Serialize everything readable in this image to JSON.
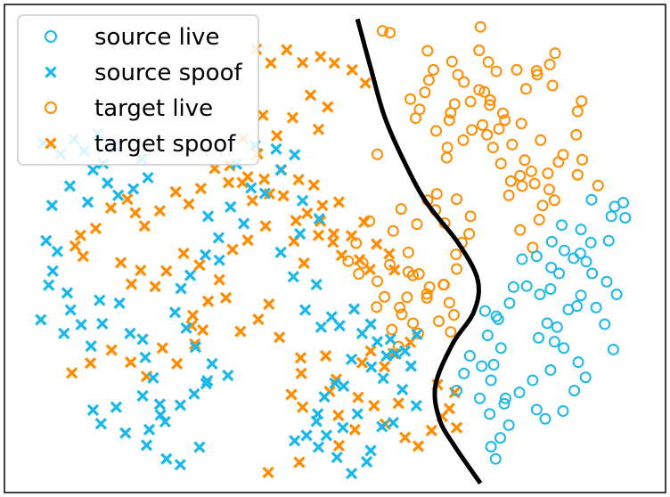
{
  "chart_data": {
    "type": "scatter",
    "title": "",
    "xlabel": "",
    "ylabel": "",
    "xlim": [
      0,
      100
    ],
    "ylim": [
      0,
      100
    ],
    "grid": false,
    "axes_ticks": false,
    "legend": {
      "placement": "top-left",
      "entries": [
        {
          "label": "source live",
          "marker": "circle",
          "color": "#1ab8ea"
        },
        {
          "label": "source spoof",
          "marker": "x",
          "color": "#1ab8ea"
        },
        {
          "label": "target live",
          "marker": "circle",
          "color": "#ff8c00"
        },
        {
          "label": "target spoof",
          "marker": "x",
          "color": "#ff8c00"
        }
      ]
    },
    "decision_boundary": {
      "color": "#000000",
      "points": [
        [
          53.4,
          97.0
        ],
        [
          55.4,
          87.0
        ],
        [
          57.5,
          77.0
        ],
        [
          60.4,
          68.0
        ],
        [
          63.8,
          59.5
        ],
        [
          68.7,
          51.0
        ],
        [
          71.6,
          43.5
        ],
        [
          71.0,
          37.0
        ],
        [
          67.8,
          30.5
        ],
        [
          65.2,
          22.0
        ],
        [
          65.8,
          15.0
        ],
        [
          68.1,
          9.5
        ],
        [
          72.0,
          1.9
        ]
      ]
    },
    "series": [
      {
        "name": "source live",
        "marker": "circle",
        "color": "#1ab8ea",
        "x": [
          93.6,
          91.8,
          84.3,
          82.8,
          80.5,
          78.3,
          77.0,
          88.0,
          88.9,
          91.1,
          92.6,
          86.6,
          85.3,
          83.6,
          80.8,
          82.1,
          76.4,
          74.7,
          73.1,
          75.1,
          74.0,
          72.2,
          73.6,
          75.8,
          80.5,
          81.8,
          84.5,
          86.2,
          87.9,
          92.1,
          90.8,
          89.5,
          87.2,
          86.1,
          83.9,
          81.0,
          79.0,
          70.4,
          69.5,
          68.4,
          71.9,
          73.4,
          75.6,
          77.9,
          79.9,
          82.6,
          84.6,
          83.2,
          76.3,
          75.0,
          73.6,
          74.3,
          91.4,
          93.9,
          92.3,
          88.8,
          87.2,
          88.7,
          87.1,
          84.7,
          82.7,
          82.6,
          74.4,
          72.7,
          86.8
        ],
        "y": [
          59.4,
          56.6,
          54.8,
          51.4,
          48.4,
          47.8,
          42.1,
          47.3,
          44.9,
          43.2,
          40.6,
          38.2,
          37.5,
          33.9,
          31.7,
          34.7,
          38.8,
          35.5,
          32.2,
          29.6,
          26.2,
          25.9,
          23.0,
          19.3,
          17.0,
          15.1,
          16.7,
          20.9,
          23.6,
          29.3,
          34.5,
          37.9,
          40.4,
          48.0,
          44.9,
          40.6,
          42.3,
          28.0,
          24.4,
          20.9,
          19.3,
          16.1,
          18.2,
          20.5,
          23.0,
          25.1,
          29.6,
          30.9,
          13.8,
          11.2,
          9.4,
          6.9,
          51.6,
          56.3,
          58.6,
          60.0,
          53.9,
          51.2,
          49.0,
          49.6,
          46.1,
          41.7,
          36.1,
          37.2,
          26.7
        ]
      },
      {
        "name": "source spoof",
        "marker": "x",
        "color": "#1ab8ea",
        "x": [
          5.9,
          8.5,
          10.5,
          12.1,
          14.1,
          16.6,
          14.9,
          13.4,
          20.7,
          21.7,
          19.5,
          17.2,
          15.6,
          12.6,
          9.9,
          7.2,
          6.3,
          8.0,
          7.3,
          6.7,
          9.5,
          10.0,
          5.5,
          9.0,
          11.6,
          13.1,
          14.8,
          14.4,
          17.4,
          19.0,
          20.9,
          21.3,
          22.5,
          20.9,
          23.5,
          24.3,
          26.6,
          28.7,
          30.7,
          31.4,
          28.9,
          27.5,
          25.8,
          26.7,
          28.1,
          32.5,
          30.4,
          32.4,
          30.8,
          36.2,
          34.2,
          37.3,
          35.1,
          37.9,
          41.1,
          43.9,
          41.8,
          39.4,
          45.1,
          47.6,
          44.7,
          41.8,
          43.7,
          47.2,
          45.5,
          47.9,
          49.5,
          50.7,
          52.9,
          54.1,
          55.4,
          58.4,
          60.6,
          62.4,
          57.8,
          55.5,
          52.5,
          50.0,
          48.4,
          47.4,
          45.7,
          43.9,
          47.5,
          50.3,
          54.8,
          52.5,
          55.4,
          57.1,
          58.8,
          62.3,
          60.2,
          57.3,
          61.5,
          59.2,
          56.4,
          53.4,
          51.2,
          48.7,
          47.2,
          51.3,
          30.5,
          33.8,
          21.9,
          23.6,
          18.3,
          13.4,
          16.9,
          14.6,
          21.5,
          24.5,
          26.6,
          29.5
        ],
        "y": [
          71.6,
          69.3,
          72.4,
          70.0,
          73.5,
          70.9,
          67.4,
          66.1,
          68.3,
          64.5,
          62.2,
          60.9,
          63.4,
          59.5,
          62.8,
          58.8,
          51.6,
          49.4,
          45.4,
          42.5,
          40.9,
          37.4,
          35.4,
          32.6,
          34.4,
          30.0,
          34.6,
          39.4,
          38.8,
          32.6,
          31.4,
          27.7,
          23.5,
          19.8,
          18.1,
          14.5,
          17.9,
          20.2,
          22.9,
          26.4,
          29.8,
          33.7,
          36.9,
          41.8,
          44.5,
          47.6,
          48.7,
          52.2,
          56.6,
          55.1,
          58.5,
          62.4,
          67.3,
          71.1,
          70.4,
          69.2,
          66.1,
          61.3,
          59.8,
          56.1,
          53.0,
          49.2,
          44.2,
          42.6,
          37.4,
          33.9,
          36.0,
          34.2,
          37.6,
          32.6,
          34.5,
          31.4,
          29.0,
          32.4,
          28.0,
          25.7,
          27.3,
          22.4,
          19.6,
          16.1,
          11.7,
          10.6,
          9.3,
          7.2,
          6.3,
          3.9,
          8.6,
          13.5,
          14.3,
          17.8,
          21.1,
          23.4,
          25.9,
          28.4,
          30.9,
          16.1,
          13.3,
          11.7,
          14.6,
          21.8,
          22.3,
          24.0,
          12.9,
          15.9,
          12.2,
          16.9,
          17.5,
          14.1,
          9.7,
          6.9,
          5.7,
          9.3
        ]
      },
      {
        "name": "target live",
        "marker": "circle",
        "color": "#ff8c00",
        "x": [
          57.2,
          58.3,
          64.0,
          64.9,
          67.7,
          68.6,
          64.2,
          63.6,
          61.4,
          62.8,
          62.2,
          65.3,
          67.0,
          66.9,
          69.4,
          70.7,
          67.3,
          72.3,
          73.0,
          73.9,
          75.1,
          76.6,
          76.3,
          78.3,
          78.0,
          80.2,
          82.4,
          83.8,
          82.2,
          79.7,
          78.7,
          76.8,
          74.8,
          75.4,
          73.5,
          72.6,
          70.5,
          68.1,
          67.5,
          69.5,
          71.8,
          73.4,
          75.7,
          78.2,
          81.1,
          84.5,
          87.4,
          86.7,
          89.8,
          82.9,
          80.6,
          77.5,
          74.4,
          73.2,
          71.8,
          64.0,
          65.4,
          68.4,
          70.5,
          70.3,
          66.6,
          65.2,
          62.4,
          60.0,
          58.8,
          55.2,
          53.2,
          54.2,
          58.3,
          61.1,
          61.1,
          62.7,
          64.3,
          66.5,
          67.3,
          68.0,
          67.5,
          65.7,
          63.9,
          61.8,
          60.9,
          59.8,
          52.0,
          53.6,
          56.4,
          57.5,
          56.3,
          58.6,
          60.1,
          61.8,
          63.9,
          66.4,
          68.3,
          69.2,
          68.4,
          59.6,
          62.6,
          78.0,
          79.9,
          80.9,
          81.4,
          83.2,
          86.5,
          86.7,
          87.3,
          78.9,
          80.5,
          82.5,
          83.3,
          72.0,
          56.4
        ],
        "y": [
          94.6,
          94.2,
          90.5,
          86.6,
          88.3,
          85.6,
          84.5,
          82.0,
          80.6,
          78.5,
          76.7,
          74.1,
          70.7,
          68.6,
          72.2,
          74.3,
          76.3,
          75.3,
          73.3,
          70.7,
          67.4,
          63.8,
          60.9,
          62.8,
          64.9,
          63.3,
          62.1,
          67.7,
          65.4,
          65.8,
          68.1,
          71.3,
          74.5,
          77.7,
          80.4,
          82.1,
          80.1,
          79.6,
          77.8,
          84.1,
          82.5,
          79.4,
          76.3,
          75.6,
          72.2,
          69.2,
          68.2,
          65.1,
          62.9,
          83.4,
          85.6,
          86.6,
          86.3,
          88.2,
          90.6,
          59.9,
          61.2,
          60.1,
          56.6,
          53.0,
          55.2,
          57.9,
          55.0,
          58.1,
          53.6,
          55.6,
          51.1,
          47.0,
          46.7,
          49.2,
          45.2,
          44.8,
          42.1,
          42.6,
          38.9,
          36.4,
          32.9,
          35.1,
          40.7,
          44.5,
          40.0,
          37.9,
          47.4,
          44.8,
          43.3,
          40.1,
          38.0,
          33.4,
          36.5,
          34.7,
          39.9,
          42.6,
          48.8,
          51.2,
          45.8,
          29.9,
          32.6,
          53.8,
          50.2,
          55.9,
          58.8,
          59.9,
          73.3,
          78.1,
          80.2,
          82.7,
          86.4,
          87.7,
          90.0,
          95.4,
          69.3
        ],
        "y_note": ""
      },
      {
        "name": "target spoof",
        "marker": "x",
        "color": "#ff8c00",
        "x": [
          38.1,
          40.3,
          42.7,
          45.1,
          47.8,
          49.9,
          52.6,
          54.6,
          46.3,
          48.9,
          47.5,
          43.6,
          39.1,
          41.2,
          36.1,
          38.3,
          34.1,
          36.8,
          39.3,
          41.9,
          44.5,
          46.8,
          48.1,
          50.6,
          47.8,
          49.8,
          52.5,
          54.4,
          56.3,
          58.2,
          59.0,
          55.3,
          53.7,
          51.0,
          49.7,
          47.5,
          45.8,
          44.1,
          42.2,
          40.1,
          37.5,
          36.0,
          33.9,
          31.8,
          29.7,
          27.9,
          25.9,
          23.5,
          21.2,
          19.8,
          18.6,
          16.1,
          13.8,
          11.5,
          11.9,
          10.7,
          17.6,
          20.6,
          19.2,
          22.8,
          24.5,
          27.1,
          29.5,
          32.5,
          34.5,
          36.8,
          39.5,
          43.8,
          45.3,
          40.0,
          38.4,
          35.7,
          33.5,
          30.8,
          28.3,
          28.8,
          26.1,
          23.9,
          21.5,
          19.1,
          16.2,
          13.0,
          10.2,
          30.0,
          28.5,
          41.6,
          44.8,
          44.9,
          48.6,
          50.2,
          54.1,
          55.4,
          57.5,
          58.8,
          61.4,
          43.4,
          45.1,
          49.2,
          53.5,
          55.9,
          50.5,
          53.0,
          57.6,
          60.6,
          62.6,
          64.6,
          66.2,
          68.4,
          67.3,
          68.1,
          65.5,
          59.6,
          50.6,
          44.6,
          39.9
        ],
        "y": [
          90.8,
          88.0,
          90.7,
          88.1,
          89.3,
          88.0,
          86.6,
          83.9,
          81.4,
          79.0,
          74.4,
          76.8,
          77.3,
          73.1,
          72.5,
          69.4,
          67.0,
          64.7,
          64.2,
          66.1,
          64.1,
          63.0,
          58.8,
          59.5,
          55.6,
          53.0,
          52.6,
          55.4,
          50.9,
          48.9,
          45.6,
          45.7,
          47.7,
          48.6,
          51.3,
          52.7,
          57.2,
          55.7,
          60.8,
          61.2,
          59.8,
          63.5,
          63.5,
          66.4,
          62.3,
          59.1,
          61.6,
          57.7,
          54.6,
          57.3,
          60.1,
          58.3,
          54.1,
          52.7,
          48.4,
          50.5,
          47.1,
          45.5,
          42.7,
          42.2,
          45.4,
          49.0,
          46.6,
          43.6,
          49.8,
          51.7,
          54.6,
          51.5,
          47.0,
          38.6,
          35.5,
          33.0,
          39.9,
          39.2,
          34.2,
          30.4,
          26.4,
          29.6,
          23.8,
          26.7,
          29.2,
          26.5,
          24.5,
          33.3,
          36.3,
          31.8,
          27.6,
          24.4,
          28.0,
          23.2,
          26.6,
          29.0,
          25.8,
          28.5,
          30.8,
          20.1,
          17.5,
          20.7,
          19.5,
          17.8,
          15.8,
          12.9,
          14.0,
          11.3,
          9.5,
          12.7,
          15.6,
          13.3,
          17.2,
          20.5,
          22.1,
          18.3,
          9.6,
          6.2,
          4.1
        ]
      }
    ]
  }
}
